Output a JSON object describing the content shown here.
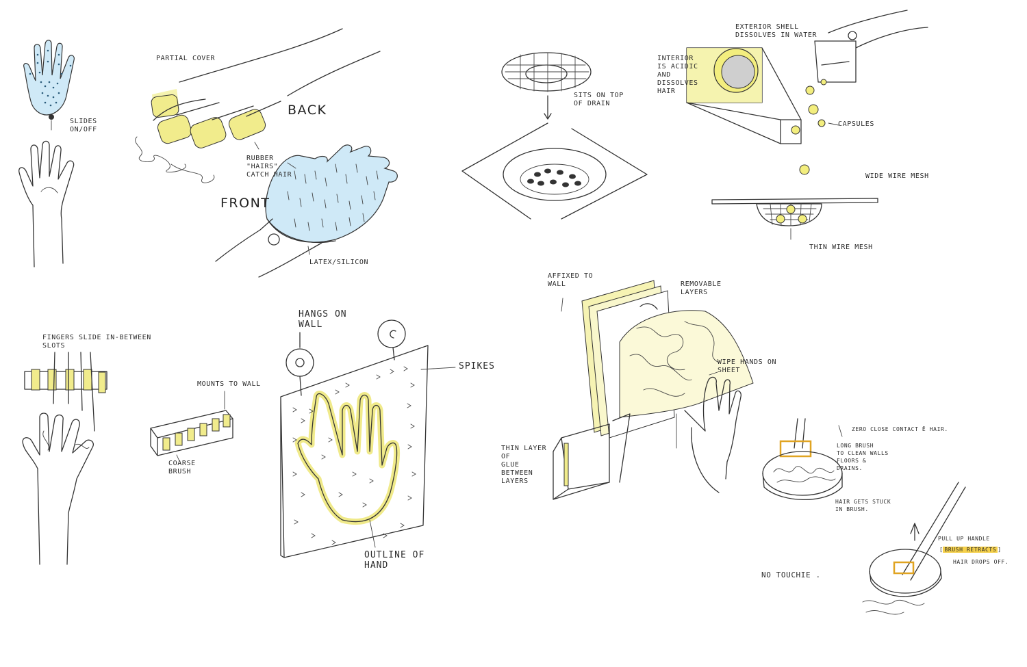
{
  "labels": {
    "glove_toggle": "SLIDES\nON/OFF",
    "partial_cover": "PARTIAL COVER",
    "back": "BACK",
    "front": "FRONT",
    "rubber_hairs": "RUBBER\n\"HAIRS\"\nCATCH HAIR",
    "latex_silicon": "LATEX/SILICON",
    "drain_cover": "SITS ON TOP\nOF DRAIN",
    "exterior_shell": "EXTERIOR SHELL\nDISSOLVES IN WATER",
    "interior_acidic": "INTERIOR\nIS ACIDIC\nAND\nDISSOLVES\nHAIR",
    "capsules": "CAPSULES",
    "wide_mesh": "WIDE WIRE MESH",
    "thin_mesh": "THIN WIRE MESH",
    "fingers_slots": "FINGERS SLIDE IN-BETWEEN\nSLOTS",
    "mounts_wall": "MOUNTS TO WALL",
    "coarse_brush": "COARSE\nBRUSH",
    "hangs_wall": "HANGS ON\nWALL",
    "spikes": "SPIKES",
    "outline_hand": "OUTLINE OF\nHAND",
    "affixed_wall": "AFFIXED TO\nWALL",
    "removable_layers": "REMOVABLE\nLAYERS",
    "wipe_hands": "WIPE HANDS ON\nSHEET",
    "thin_glue": "THIN LAYER\nOF\nGLUE\nBETWEEN\nLAYERS",
    "zero_contact": "ZERO CLOSE CONTACT ē HAIR.",
    "long_brush": "LONG BRUSH\nTO CLEAN WALLS\nFLOORS &\nDRAINS.",
    "hair_stuck": "HAIR GETS STUCK\nIN BRUSH.",
    "pull_up": "PULL UP HANDLE",
    "brush_retracts": "BRUSH RETRACTS",
    "hair_drops": "HAIR DROPS OFF.",
    "no_touchie": "NO TOUCHIE ."
  },
  "colors": {
    "highlight_yellow": "#f4f2a6",
    "glove_blue": "#cfe9f7",
    "marker_orange": "#f5d04a",
    "ink": "#333333"
  }
}
